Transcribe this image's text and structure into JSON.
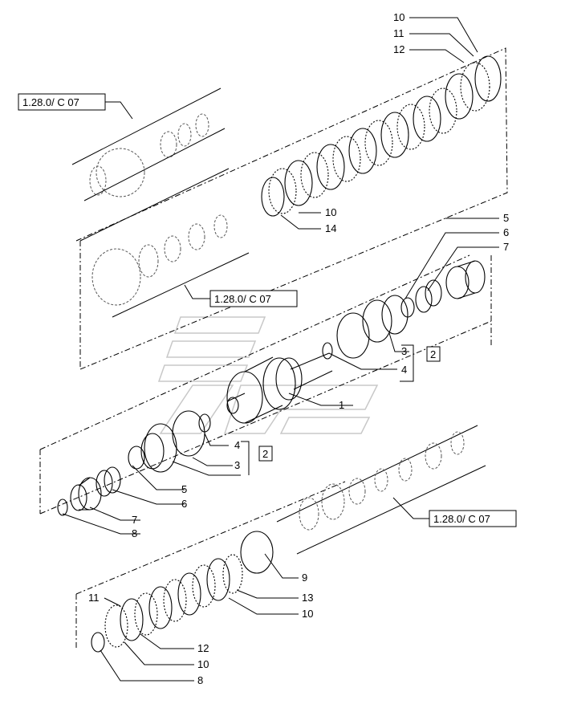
{
  "references": {
    "ref_top": "1.28.0/ C 07",
    "ref_middle": "1.28.0/ C 07",
    "ref_bottom": "1.28.0/ C 07"
  },
  "labels": {
    "p10_a": "10",
    "p11_a": "11",
    "p12_a": "12",
    "p10_b": "10",
    "p14": "14",
    "p5_a": "5",
    "p6_a": "6",
    "p7_a": "7",
    "p3_a": "3",
    "p4_a": "4",
    "box2_a": "2",
    "p1": "1",
    "p4_b": "4",
    "box2_b": "2",
    "p3_b": "3",
    "p5_b": "5",
    "p6_b": "6",
    "p7_b": "7",
    "p8_a": "8",
    "p9": "9",
    "p13": "13",
    "p10_c": "10",
    "p11_b": "11",
    "p12_b": "12",
    "p10_d": "10",
    "p8_b": "8"
  }
}
